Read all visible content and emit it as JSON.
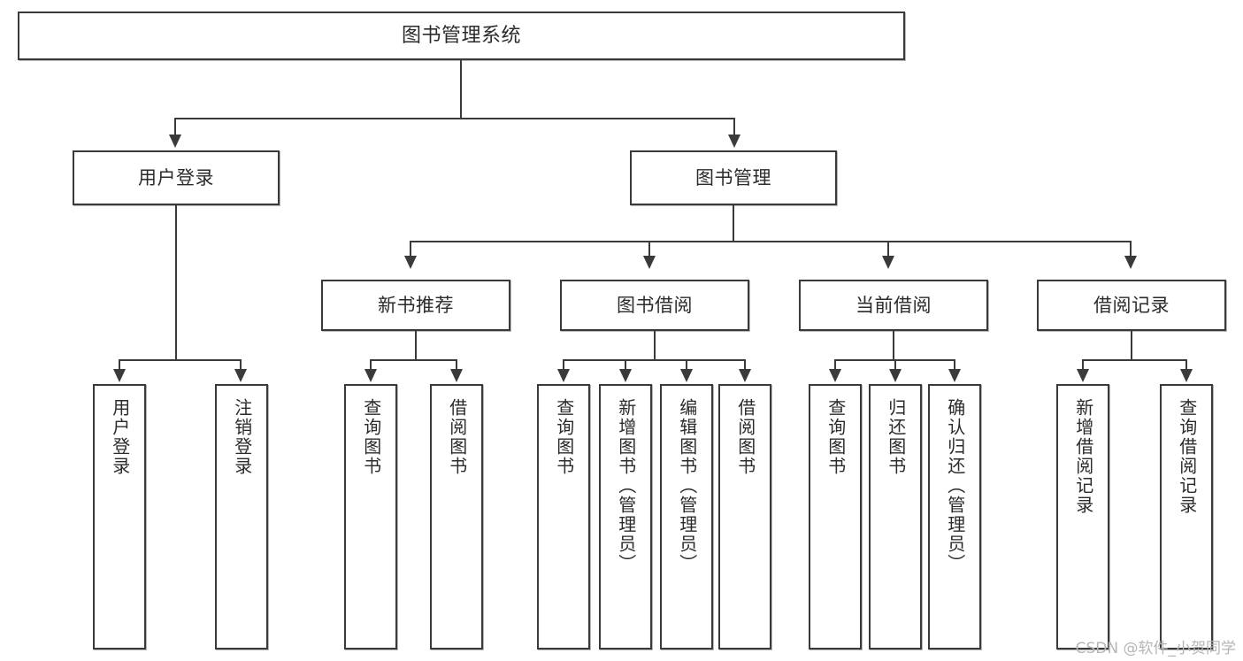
{
  "diagram": {
    "title": "图书管理系统",
    "root": {
      "label": "图书管理系统"
    },
    "level1": [
      {
        "label": "用户登录"
      },
      {
        "label": "图书管理"
      }
    ],
    "level2": [
      {
        "label": "新书推荐"
      },
      {
        "label": "图书借阅"
      },
      {
        "label": "当前借阅"
      },
      {
        "label": "借阅记录"
      }
    ],
    "leaves": {
      "user_login": [
        {
          "label": "用户登录"
        },
        {
          "label": "注销登录"
        }
      ],
      "new_book": [
        {
          "label": "查询图书"
        },
        {
          "label": "借阅图书"
        }
      ],
      "book_borrow": [
        {
          "label": "查询图书"
        },
        {
          "label": "新增图书（管理员）"
        },
        {
          "label": "编辑图书（管理员）"
        },
        {
          "label": "借阅图书"
        }
      ],
      "current_borrow": [
        {
          "label": "查询图书"
        },
        {
          "label": "归还图书"
        },
        {
          "label": "确认归还（管理员）"
        }
      ],
      "borrow_record": [
        {
          "label": "新增借阅记录"
        },
        {
          "label": "查询借阅记录"
        }
      ]
    }
  },
  "watermark": {
    "text": "CSDN @软件_小贺同学"
  },
  "colors": {
    "border": "#3a3a3a",
    "text": "#2b2b2b",
    "background": "#ffffff",
    "watermark": "#b5b5b5"
  }
}
